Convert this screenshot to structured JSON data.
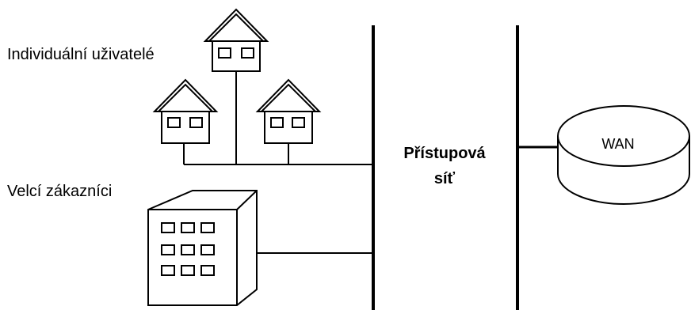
{
  "labels": {
    "individual_users": "Individuální uživatelé",
    "large_customers": "Velcí zákazníci",
    "access_network_line1": "Přístupová",
    "access_network_line2": "síť",
    "wan": "WAN"
  },
  "colors": {
    "line": "#000000",
    "background": "#ffffff"
  },
  "icons": [
    "house-icon",
    "house-icon",
    "house-icon",
    "office-building-icon",
    "wan-cloud-disk-icon"
  ]
}
